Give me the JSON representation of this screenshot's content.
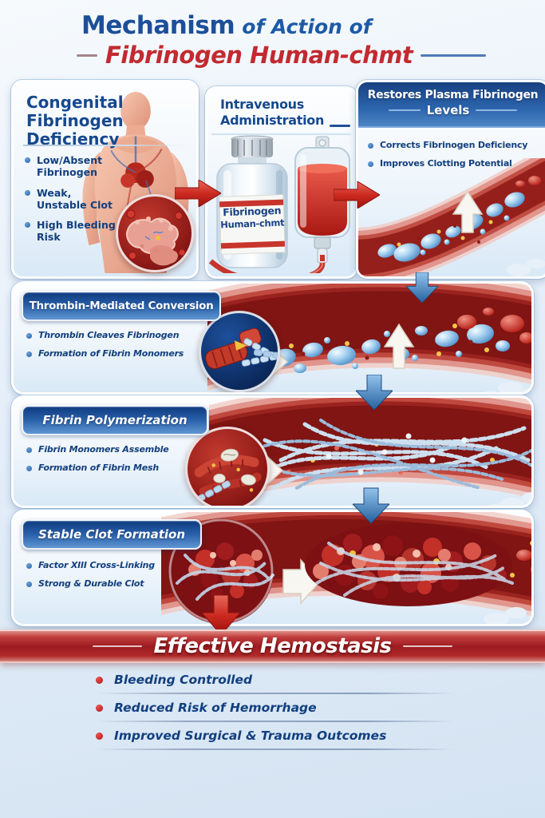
{
  "title": {
    "prefix": "Mechanism",
    "suffix": "of Action of",
    "product": "Fibrinogen Human-chmt"
  },
  "sections": {
    "deficiency": {
      "title": "Congenital Fibrinogen Deficiency",
      "bullets": [
        "Low/Absent Fibrinogen",
        "Weak, Unstable Clot",
        "High Bleeding Risk"
      ]
    },
    "administration": {
      "title": "Intravenous Administration",
      "vial_label": {
        "line1": "Fibrinogen",
        "line2": "Human-chmt"
      }
    },
    "restores": {
      "title_line1": "Restores Plasma Fibrinogen",
      "title_line2": "Levels",
      "bullets": [
        "Corrects Fibrinogen Deficiency",
        "Improves Clotting Potential"
      ]
    },
    "thrombin": {
      "title": "Thrombin-Mediated Conversion",
      "bullets": [
        "Thrombin Cleaves Fibrinogen",
        "Formation of Fibrin Monomers"
      ]
    },
    "polymerization": {
      "title": "Fibrin Polymerization",
      "bullets": [
        "Fibrin Monomers Assemble",
        "Formation of Fibrin Mesh"
      ]
    },
    "stable_clot": {
      "title": "Stable Clot Formation",
      "bullets": [
        "Factor XIII Cross-Linking",
        "Strong & Durable Clot"
      ]
    }
  },
  "footer": {
    "banner": "Effective Hemostasis",
    "outcomes": [
      "Bleeding Controlled",
      "Reduced Risk of Hemorrhage",
      "Improved Surgical & Trauma Outcomes"
    ]
  },
  "colors": {
    "title_blue": "#1c4f9a",
    "title_red": "#c22a30",
    "header_bar_blue": "#2a61ab",
    "body_text_blue": "#123f7c",
    "banner_red": "#9c1b20",
    "arrow_red": "#cc2a20",
    "arrow_blue": "#2f6cb2",
    "vessel_wall_red": "#c0493f",
    "fibrinogen_droplet_blue": "#4f92cc",
    "background_blue": "#dce9f6"
  }
}
